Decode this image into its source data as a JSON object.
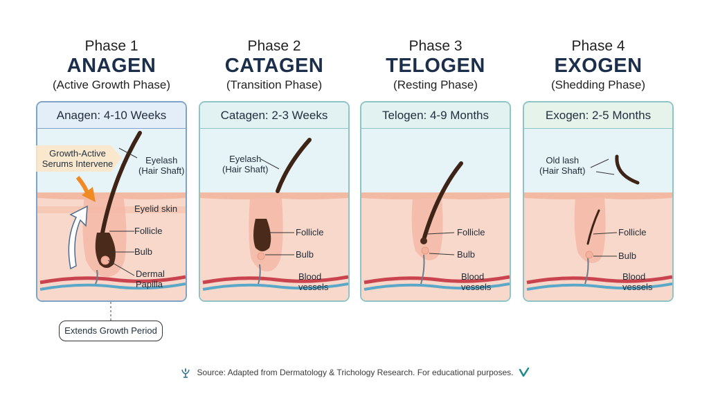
{
  "phases": [
    {
      "phase_num": "Phase 1",
      "name": "ANAGEN",
      "subtitle": "(Active Growth Phase)",
      "duration": "Anagen: 4-10 Weeks",
      "labels": {
        "eyelash": "Eyelash\n(Hair Shaft)",
        "eyelid": "Eyelid skin",
        "follicle": "Follicle",
        "bulb": "Bulb",
        "papilla": "Dermal\nPapilla"
      }
    },
    {
      "phase_num": "Phase 2",
      "name": "CATAGEN",
      "subtitle": "(Transition Phase)",
      "duration": "Catagen: 2-3 Weeks",
      "labels": {
        "eyelash": "Eyelash\n(Hair Shaft)",
        "follicle": "Follicle",
        "bulb": "Bulb",
        "blood": "Blood\nvessels"
      }
    },
    {
      "phase_num": "Phase 3",
      "name": "TELOGEN",
      "subtitle": "(Resting Phase)",
      "duration": "Telogen: 4-9 Months",
      "labels": {
        "follicle": "Follicle",
        "bulb": "Bulb",
        "blood": "Blood\nvessels"
      }
    },
    {
      "phase_num": "Phase 4",
      "name": "EXOGEN",
      "subtitle": "(Shedding Phase)",
      "duration": "Exogen: 2-5 Months",
      "labels": {
        "oldlash": "Old lash\n(Hair Shaft)",
        "follicle": "Follicle",
        "bulb": "Bulb",
        "blood": "Blood\nvessels"
      }
    }
  ],
  "annotations": {
    "growth_active": "Growth-Active\nSerums Intervene",
    "extends": "Extends Growth Period"
  },
  "source": "Source: Adapted from Dermatology & Trichology Research. For educational purposes.",
  "colors": {
    "title": "#1b2e4a",
    "card_border": "#8fc4c7",
    "sky": "#eaf6f8",
    "skin": "#f6d3c4",
    "skin_top": "#f2b9a3",
    "hair": "#4a2a1a",
    "artery": "#c9444e",
    "vein": "#5aa8c7",
    "orange": "#f08a24"
  },
  "icons": [
    "hair-logo-icon",
    "check-logo-icon"
  ]
}
